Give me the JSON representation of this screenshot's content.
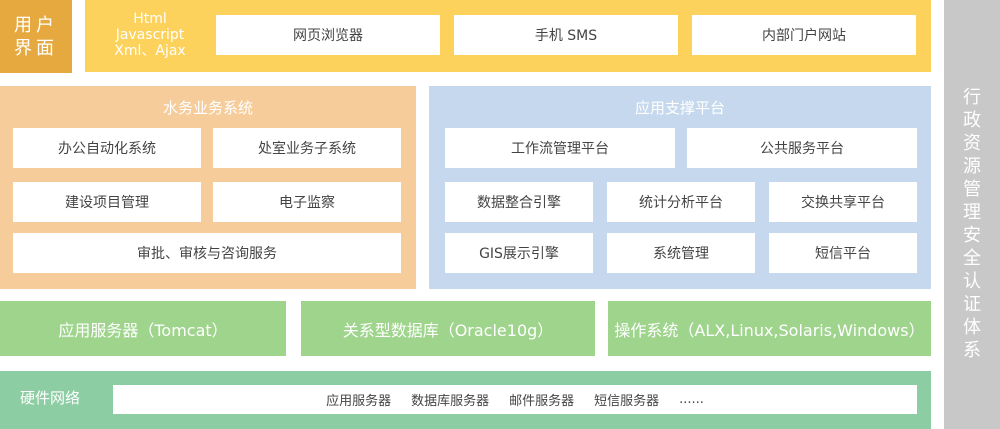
{
  "user_interface": {
    "label": "用户界面",
    "tech": [
      "Html",
      "Javascript",
      "Xml、Ajax"
    ],
    "clients": [
      "网页浏览器",
      "手机  SMS",
      "内部门户网站"
    ]
  },
  "water_system": {
    "title": "水务业务系统",
    "items": [
      "办公自动化系统",
      "处室业务子系统",
      "建设项目管理",
      "电子监察",
      "审批、审核与咨询服务"
    ]
  },
  "support_platform": {
    "title": "应用支撑平台",
    "items": [
      "工作流管理平台",
      "公共服务平台",
      "数据整合引擎",
      "统计分析平台",
      "交换共享平台",
      "GIS展示引擎",
      "系统管理",
      "短信平台"
    ]
  },
  "infrastructure": {
    "app_server": "应用服务器（Tomcat）",
    "database": "关系型数据库（Oracle10g）",
    "os": "操作系统（ALX,Linux,Solaris,Windows）"
  },
  "hardware": {
    "label": "硬件网络",
    "items": [
      "应用服务器",
      "数据库服务器",
      "邮件服务器",
      "短信服务器",
      "......"
    ]
  },
  "security": {
    "label": "行政资源管理安全认证体系"
  },
  "colors": {
    "ui_label": "#e5a940",
    "ui_band": "#fcd15c",
    "water": "#f6cc9b",
    "support": "#c5d8ed",
    "infra": "#9fd48d",
    "hardware": "#8ccda4",
    "security": "#c8c8c8"
  }
}
